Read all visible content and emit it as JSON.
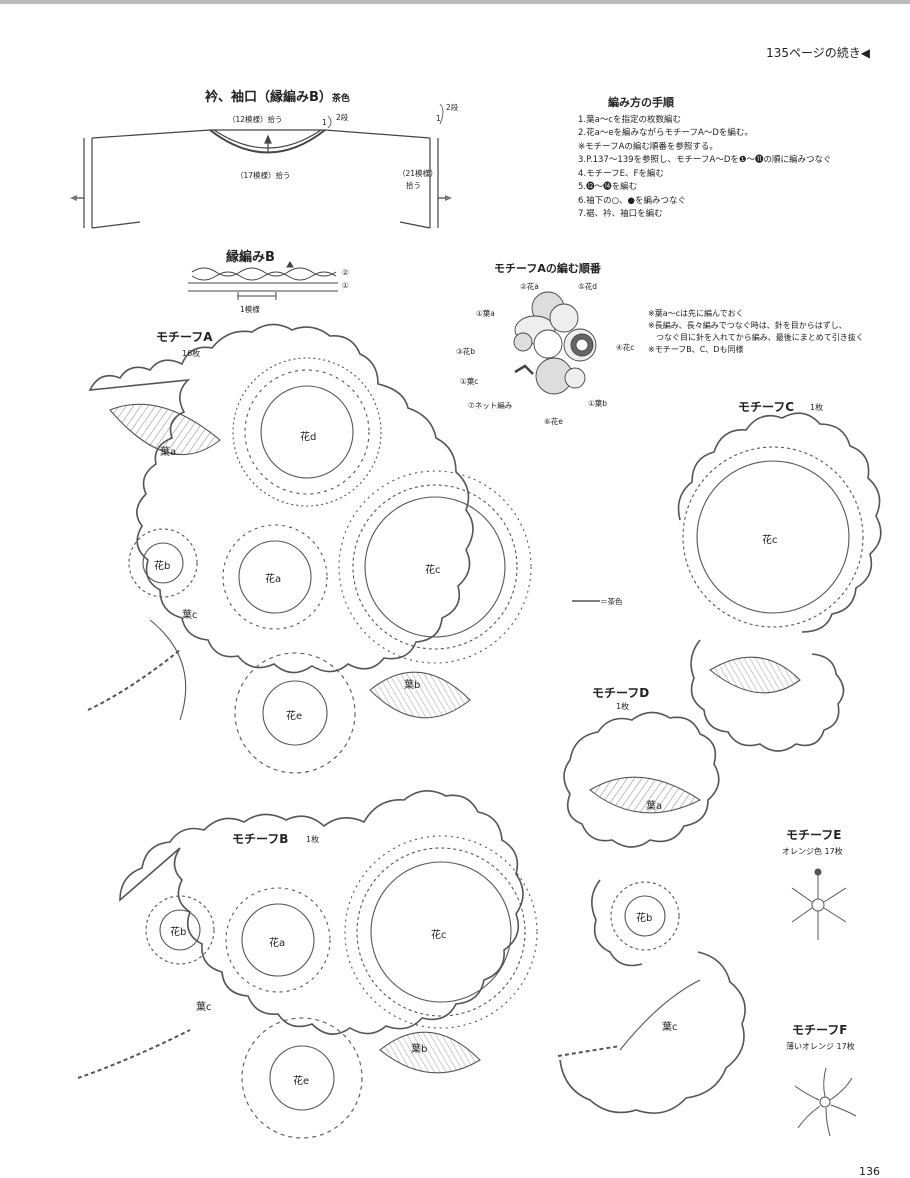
{
  "header": {
    "continued": "135ページの続き◀",
    "page_number": "136"
  },
  "collar": {
    "title": "衿、袖口（縁編みB）",
    "title_color": "茶色",
    "label_12": "（12模様）拾う",
    "label_17": "（17模様）拾う",
    "label_21a": "（21模様）",
    "label_21b": "拾う",
    "rows_a": "2段",
    "rows_b": "2段",
    "one_a": "1",
    "one_b": "1"
  },
  "edging_b": {
    "title": "縁編みB",
    "repeat": "1模様",
    "row2": "②",
    "row1": "①"
  },
  "steps": {
    "title": "編み方の手順",
    "items": [
      "1.葉a～cを指定の枚数編む",
      "2.花a～eを編みながらモチーフA～Dを編む。",
      "※モチーフAの編む順番を参照する。",
      "3.P.137～139を参照し、モチーフA～Dを❶～⓫の順に編みつなぐ",
      "4.モチーフE、Fを編む",
      "5.⓬～⓮を編む",
      "6.袖下の○、●を編みつなぐ",
      "7.裾、衿、袖口を編む"
    ]
  },
  "order": {
    "title": "モチーフAの編む順番",
    "labels": [
      "①葉a",
      "②花a",
      "⑤花d",
      "③花b",
      "④花c",
      "①葉c",
      "⑦ネット編み",
      "⑥花e",
      "①葉b"
    ]
  },
  "notes": {
    "items": [
      "※葉a～cは先に編んでおく",
      "※長編み、長々編みでつなぐ時は、針を目からはずし、",
      "　つなぐ目に針を入れてから編み、最後にまとめて引き抜く",
      "※モチーフB、C、Dも同様"
    ]
  },
  "legend": {
    "brown": "＝茶色"
  },
  "motif_a": {
    "title": "モチーフA",
    "count": "16枚",
    "parts": [
      "葉a",
      "花d",
      "花b",
      "花a",
      "花c",
      "葉c",
      "花e",
      "葉b"
    ]
  },
  "motif_b": {
    "title": "モチーフB",
    "count": "1枚",
    "parts": [
      "花b",
      "花a",
      "花c",
      "葉c",
      "花e",
      "葉b"
    ]
  },
  "motif_c": {
    "title": "モチーフC",
    "count": "1枚",
    "parts": [
      "花c"
    ]
  },
  "motif_d": {
    "title": "モチーフD",
    "count": "1枚",
    "parts": [
      "葉a",
      "花b",
      "葉c"
    ]
  },
  "motif_e": {
    "title": "モチーフE",
    "color": "オレンジ色",
    "count": "17枚"
  },
  "motif_f": {
    "title": "モチーフF",
    "color": "薄いオレンジ",
    "count": "17枚"
  },
  "colors": {
    "stroke": "#444444",
    "paper": "#ffffff",
    "grey_fill": "#dddddd",
    "dark": "#111111"
  }
}
